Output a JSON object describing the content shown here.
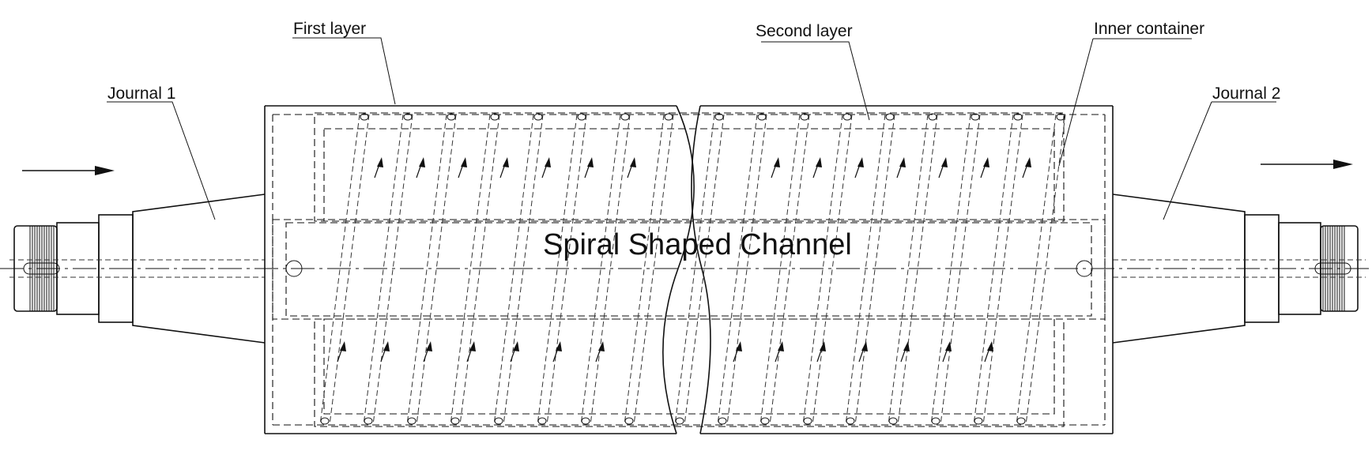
{
  "labels": {
    "first_layer": "First layer",
    "second_layer": "Second layer",
    "inner_container": "Inner container",
    "journal_1": "Journal 1",
    "journal_2": "Journal 2",
    "channel": "Spiral Shaped Channel"
  },
  "colors": {
    "ink": "#111111",
    "background": "#ffffff"
  },
  "icons": [
    "flow-in-arrow-icon",
    "flow-out-arrow-icon",
    "flow-direction-arrow-icon"
  ]
}
